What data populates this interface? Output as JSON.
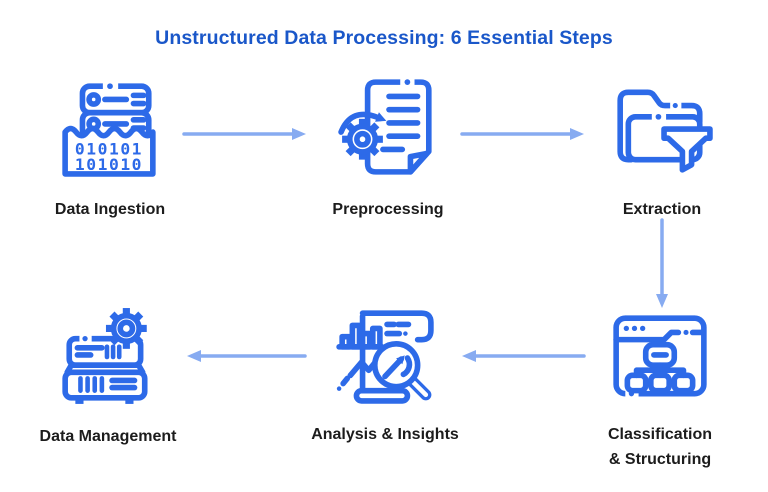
{
  "title": "Unstructured Data Processing: 6 Essential Steps",
  "steps": [
    {
      "label": "Data Ingestion",
      "icon": "server-binary"
    },
    {
      "label": "Preprocessing",
      "icon": "document-gear"
    },
    {
      "label": "Extraction",
      "icon": "folder-funnel"
    },
    {
      "label": "Classification & Structuring",
      "icon": "window-hierarchy"
    },
    {
      "label": "Analysis & Insights",
      "icon": "report-magnifier"
    },
    {
      "label": "Data Management",
      "icon": "server-gear"
    }
  ],
  "icons": {
    "binary_line1": "010101",
    "binary_line2": "101010"
  },
  "arrows": [
    {
      "from": "Data Ingestion",
      "to": "Preprocessing",
      "direction": "right"
    },
    {
      "from": "Preprocessing",
      "to": "Extraction",
      "direction": "right"
    },
    {
      "from": "Extraction",
      "to": "Classification & Structuring",
      "direction": "down"
    },
    {
      "from": "Classification & Structuring",
      "to": "Analysis & Insights",
      "direction": "left"
    },
    {
      "from": "Analysis & Insights",
      "to": "Data Management",
      "direction": "left"
    }
  ],
  "colors": {
    "title": "#1a57c9",
    "icon": "#2d6ae8",
    "arrow": "#87abf1",
    "label": "#1c1c1c",
    "background": "#ffffff"
  }
}
